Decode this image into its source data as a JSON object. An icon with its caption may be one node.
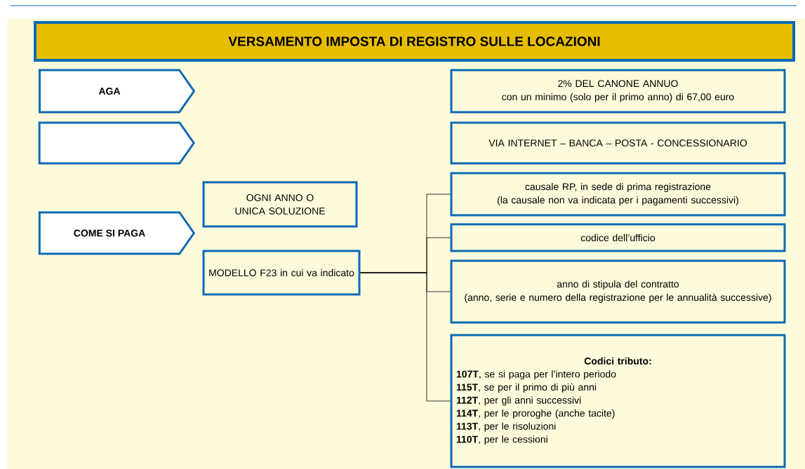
{
  "diagram": {
    "title": "VERSAMENTO IMPOSTA DI REGISTRO SULLE LOCAZIONI",
    "nodes": [
      {
        "text": [
          "AGA"
        ]
      },
      {
        "text": [],
        "shape": "pentagon"
      },
      {
        "text": [
          "2% DEL CANONE ANNUO",
          "con un minimo (solo per il primo anno) di 67,00 euro"
        ]
      },
      {
        "text": [
          "VIA INTERNET – BANCA – POSTA - CONCESSIONARIO"
        ]
      },
      {
        "text": [
          "COME SI PAGA"
        ]
      },
      {
        "text": [
          "OGNI ANNO O UNICA SOLUZIONE"
        ]
      },
      {
        "text": [
          "MODELLO F23 in cui va indicato"
        ]
      },
      {
        "text": [
          "causale RP, in sede di prima registrazione",
          "(la causale non va indicata per i pagamenti successivi)"
        ]
      },
      {
        "text": [
          "codice dell’ufficio"
        ]
      },
      {
        "text": [
          "anno di stipula del contratto",
          "(anno, serie e numero della registrazione per le annualità successive)"
        ]
      },
      {
        "text": [
          "Codici tributo:",
          "**107T**, se si paga per l’intero periodo",
          "**115T**, se per il primo di più anni",
          "**112T**, per gli anni successivi",
          "**114T**, per le proroghe (anche tacite)",
          "**113T**, per le risoluzioni",
          "**110T**, per le cessioni"
        ]
      }
    ],
    "edges": [
      {
        "from": 6,
        "to": 7,
        "arrow": "none"
      },
      {
        "from": 6,
        "to": 8,
        "arrow": "none"
      },
      {
        "from": 6,
        "to": 9,
        "arrow": "none"
      },
      {
        "from": 6,
        "to": 10,
        "arrow": "none"
      }
    ]
  }
}
